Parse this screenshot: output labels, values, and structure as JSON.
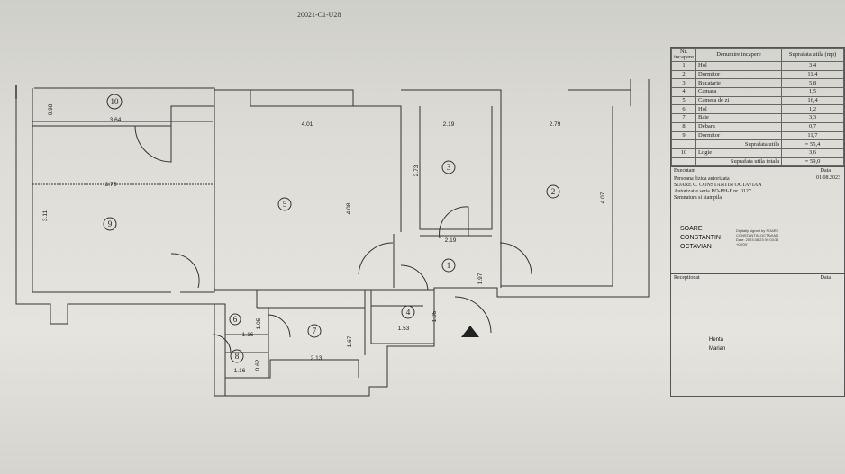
{
  "drawing_ref": "20021-C1-U28",
  "rooms": [
    {
      "num": "1"
    },
    {
      "num": "2"
    },
    {
      "num": "3"
    },
    {
      "num": "4"
    },
    {
      "num": "5"
    },
    {
      "num": "6"
    },
    {
      "num": "7"
    },
    {
      "num": "8"
    },
    {
      "num": "9"
    },
    {
      "num": "10"
    }
  ],
  "dimensions": {
    "d_098": "0.98",
    "d_364": "3.64",
    "d_401": "4.01",
    "d_219a": "2.19",
    "d_279": "2.79",
    "d_375": "3.75",
    "d_311": "3.11",
    "d_273": "2.73",
    "d_408": "4.08",
    "d_407": "4.07",
    "d_219b": "2.19",
    "d_197": "1.97",
    "d_105a": "1.05",
    "d_116a": "1.16",
    "d_062": "0.62",
    "d_116b": "1.16",
    "d_213": "2.13",
    "d_167": "1.67",
    "d_153": "1.53",
    "d_105b": "1.05"
  },
  "table": {
    "h_nr": "Nr. incapere",
    "h_name": "Denumire incapere",
    "h_area": "Suprafata utila (mp)",
    "rows": [
      {
        "nr": "1",
        "name": "Hol",
        "area": "3,4"
      },
      {
        "nr": "2",
        "name": "Dormitor",
        "area": "11,4"
      },
      {
        "nr": "3",
        "name": "Bucatarie",
        "area": "5,8"
      },
      {
        "nr": "4",
        "name": "Camara",
        "area": "1,5"
      },
      {
        "nr": "5",
        "name": "Camera de zi",
        "area": "16,4"
      },
      {
        "nr": "6",
        "name": "Hol",
        "area": "1,2"
      },
      {
        "nr": "7",
        "name": "Baie",
        "area": "3,3"
      },
      {
        "nr": "8",
        "name": "Debara",
        "area": "0,7"
      },
      {
        "nr": "9",
        "name": "Dormitor",
        "area": "11,7"
      }
    ],
    "total_useful_label": "Suprafata utila",
    "total_useful": "= 55,4",
    "loggia_nr": "10",
    "loggia_name": "Logie",
    "loggia_area": "3,6",
    "total_label": "Suprafata utila totala",
    "total": "= 59,0"
  },
  "executed": {
    "label": "Executant",
    "date_label": "Data",
    "date": "01.08.2023",
    "line1": "Persoana fizica autorizata",
    "line2": "SOARE C. CONSTANTIN OCTAVIAN",
    "line3": "Autorizatie seria RO-PH-F nr. 0127",
    "line4": "Semnatura si stampila",
    "sig1": "SOARE",
    "sig2": "CONSTANTIN-",
    "sig3": "OCTAVIAN",
    "digi1": "Digitally signed by SOARE",
    "digi2": "CONSTANTIN-OCTAVIAN",
    "digi3": "Date: 2023.08.23 09:03:36",
    "digi4": "+03'00'"
  },
  "received": {
    "label": "Receptionat",
    "date_label": "Data",
    "sig1": "Henta",
    "sig2": "Marian"
  }
}
